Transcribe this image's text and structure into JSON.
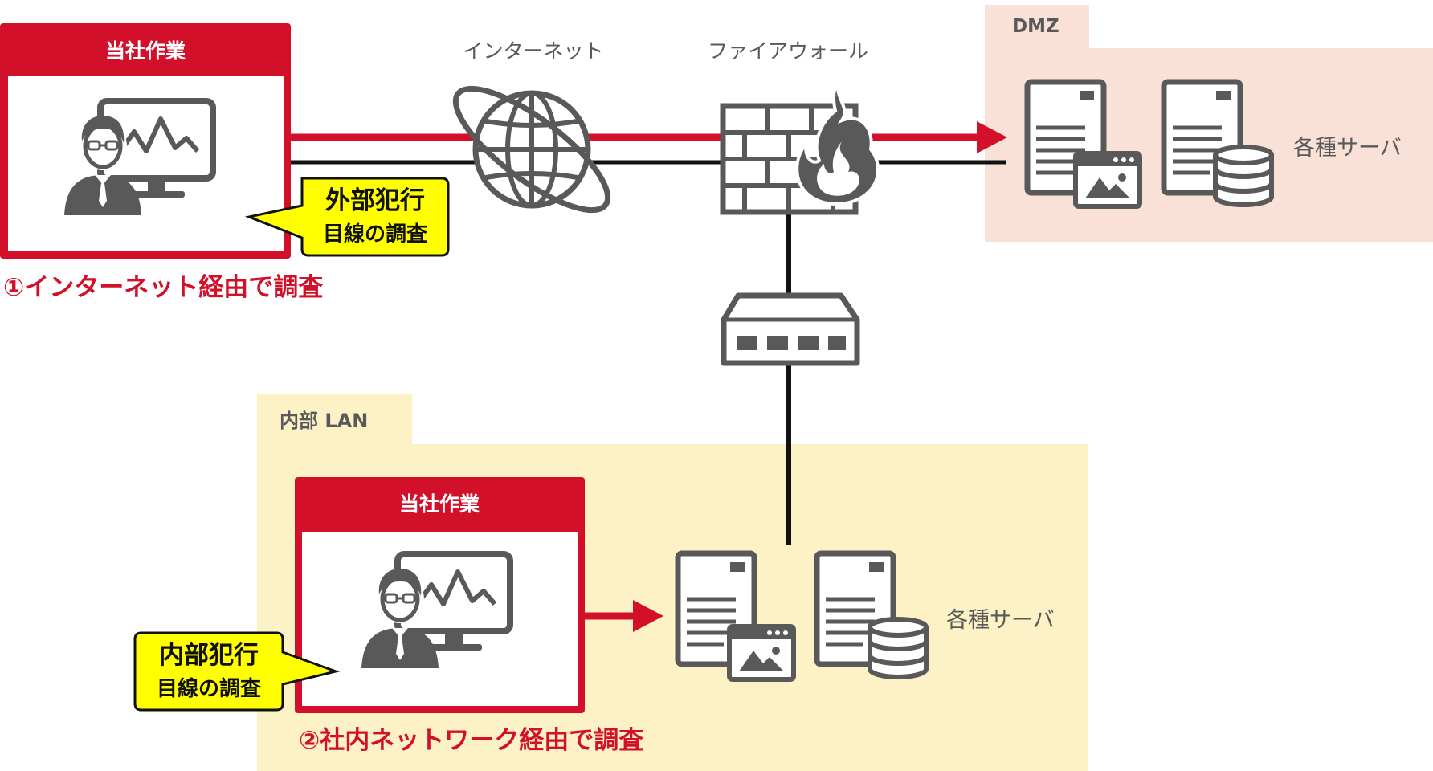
{
  "colors": {
    "accent_red": "#d2102a",
    "icon_gray": "#595959",
    "dmz_bg": "#fae1d7",
    "lan_bg": "#fdf2c6",
    "callout_yellow": "#ffff00",
    "white": "#ffffff"
  },
  "panels": {
    "external_work": {
      "header": "当社作業"
    },
    "internal_work": {
      "header": "当社作業"
    }
  },
  "callouts": {
    "external": {
      "line1": "外部犯行",
      "line2": "目線の調査"
    },
    "internal": {
      "line1": "内部犯行",
      "line2": "目線の調査"
    }
  },
  "captions": {
    "route1": "①インターネット経由で調査",
    "route2": "②社内ネットワーク経由で調査"
  },
  "network": {
    "internet_label": "インターネット",
    "firewall_label": "ファイアウォール"
  },
  "zones": {
    "dmz": {
      "label": "DMZ",
      "servers_label": "各種サーバ"
    },
    "lan": {
      "label": "内部 LAN",
      "servers_label": "各種サーバ"
    }
  },
  "icons": [
    "person-with-monitor-icon",
    "globe-icon",
    "firewall-icon",
    "network-switch-icon",
    "web-server-icon",
    "database-server-icon"
  ]
}
